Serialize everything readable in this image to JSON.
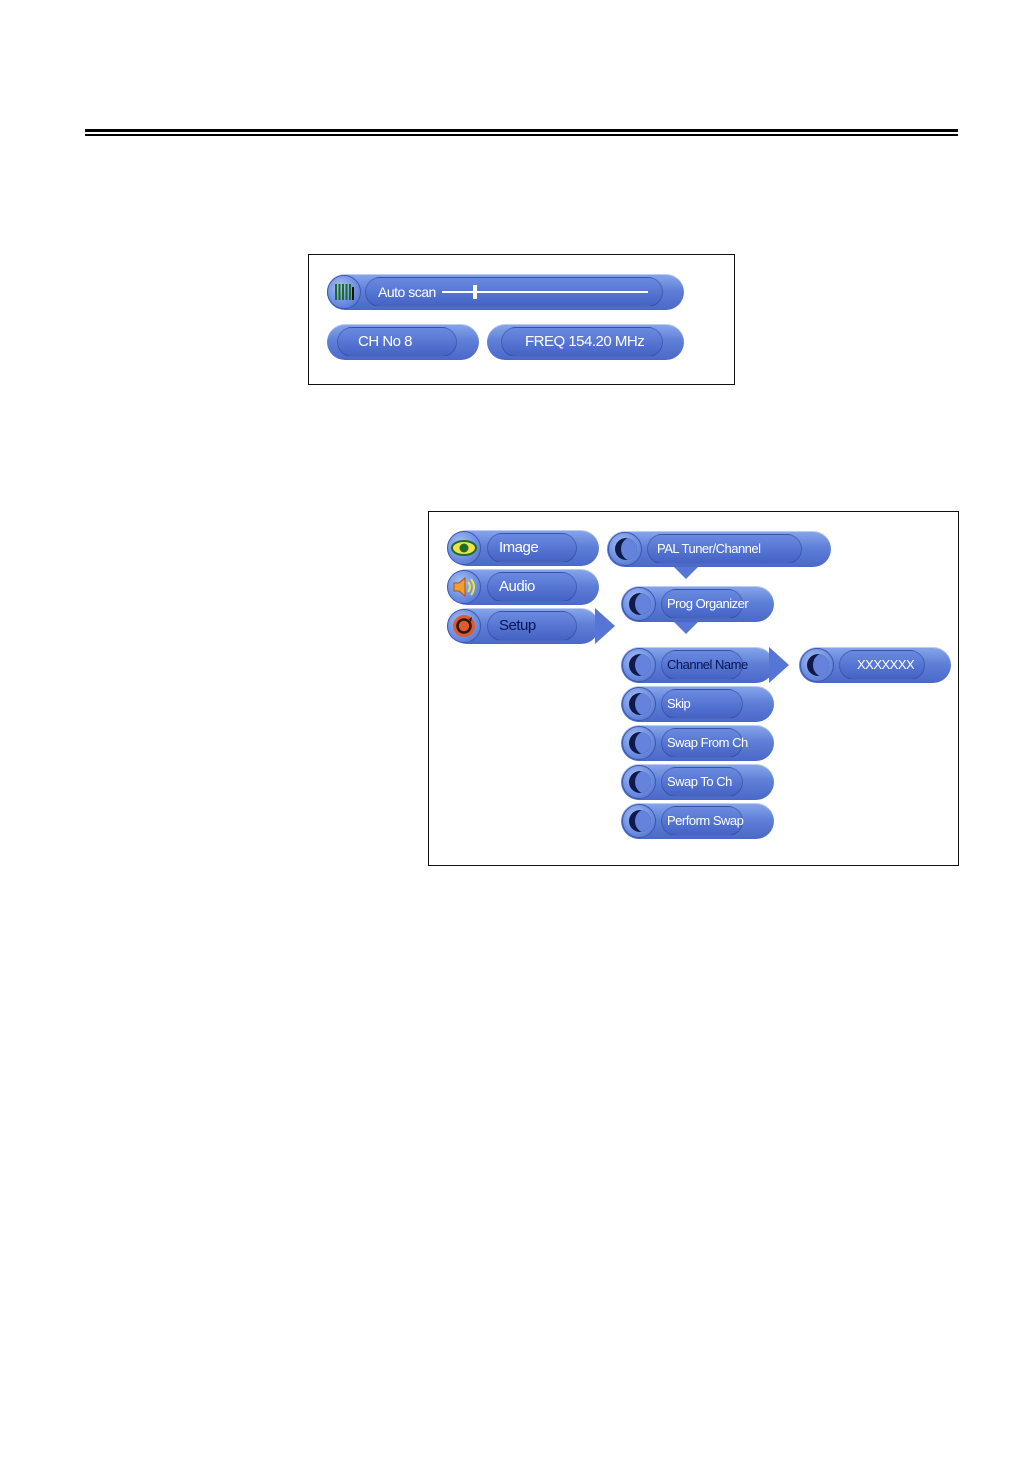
{
  "scan_panel": {
    "label": "Auto scan",
    "progress": 0.16,
    "channel": "CH  No   8",
    "frequency": "FREQ   154.20 MHz"
  },
  "main_menu": {
    "items": [
      {
        "label": "Image",
        "icon": "eye-icon"
      },
      {
        "label": "Audio",
        "icon": "speaker-icon"
      },
      {
        "label": "Setup",
        "icon": "setup-icon"
      }
    ]
  },
  "submenu": {
    "tuner": "PAL Tuner/Channel",
    "organizer": "Prog Organizer",
    "options": [
      "Channel Name",
      "Skip",
      "Swap From Ch",
      "Swap To Ch",
      "Perform Swap"
    ],
    "channel_name_value": "XXXXXXX"
  },
  "colors": {
    "menu_blue": "#5f80d8",
    "accent_eye": "#2b8a3e",
    "accent_speaker": "#e8742a",
    "accent_setup": "#d8442a"
  }
}
